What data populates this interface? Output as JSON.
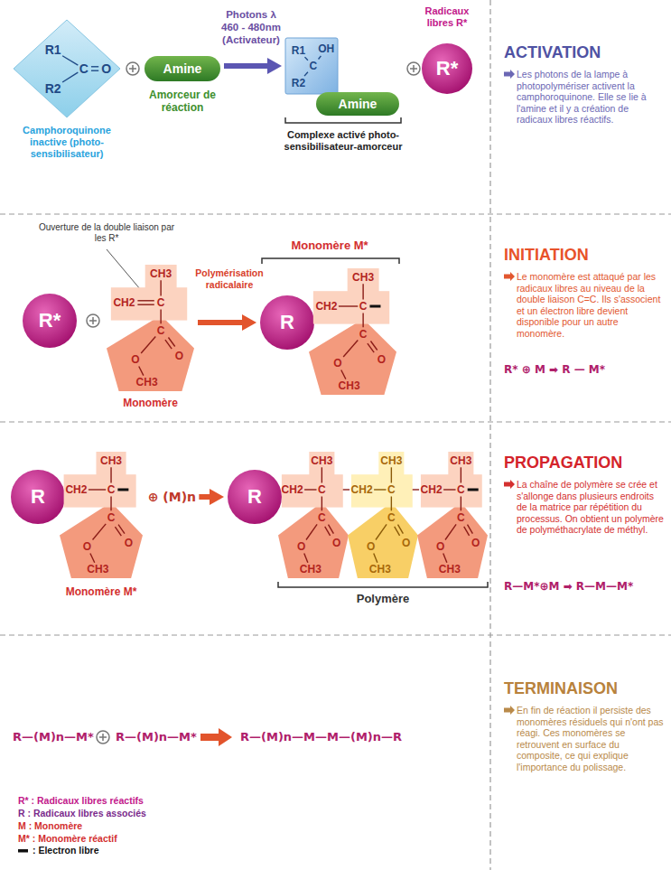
{
  "diagram": {
    "nodes": [
      {
        "text": [
          "R1",
          "C",
          "O",
          "R2",
          "Camphoroquinone inactive (photo-sensibilisateur)"
        ]
      },
      {
        "text": [
          "Amine",
          "Amorceur de réaction"
        ]
      },
      {
        "text": [
          "R1",
          "C",
          "OH",
          "R2"
        ]
      },
      {
        "text": [
          "Amine"
        ]
      },
      {
        "text": [
          "R*",
          "Radicaux libres R*"
        ]
      },
      {
        "text": [
          "R*"
        ]
      },
      {
        "text": [
          "CH3",
          "CH2",
          "C",
          "C",
          "O",
          "O",
          "CH3",
          "Monomère"
        ]
      },
      {
        "text": [
          "R"
        ]
      },
      {
        "text": [
          "CH3",
          "CH2",
          "C",
          "C",
          "O",
          "O",
          "CH3"
        ]
      },
      {
        "text": [
          "R"
        ]
      },
      {
        "text": [
          "CH3",
          "CH2",
          "C",
          "C",
          "O",
          "O",
          "CH3",
          "Monomère M*"
        ]
      },
      {
        "text": [
          "R"
        ]
      },
      {
        "text": [
          "CH3",
          "CH2",
          "C",
          "C",
          "O",
          "O",
          "CH3"
        ]
      },
      {
        "text": [
          "CH3",
          "CH2",
          "C",
          "C",
          "O",
          "O",
          "CH3"
        ]
      },
      {
        "text": [
          "CH3",
          "CH2",
          "C",
          "C",
          "O",
          "O",
          "CH3"
        ]
      }
    ],
    "edges": [
      {
        "from": 1,
        "to": 2,
        "arrow": "to",
        "label": "Photons λ 460 - 480nm (Activateur)"
      },
      {
        "from": 6,
        "to": 7,
        "arrow": "to",
        "label": "Polymérisation radicalaire"
      },
      {
        "from": 10,
        "to": 11,
        "arrow": "to",
        "label": "⊕ (M)n"
      }
    ],
    "labels": [
      "Complexe activé photo-sensibilisateur-amorceur",
      "Ouverture de la double liaison par les R*",
      "Monomère M*",
      "Polymère",
      "ACTIVATION",
      "Les photons de la lampe à photopolymériser activent la camphoroquinone. Elle se lie à l'amine et il y a création de radicaux libres réactifs.",
      "INITIATION",
      "Le monomère est attaqué par les radicaux libres au niveau de la double liaison C=C. Ils s'associent et un électron libre devient disponible pour un autre monomère.",
      "R* ⊕ M ➡ R — M*",
      "PROPAGATION",
      "La chaîne de polymère se crée et s'allonge dans plusieurs endroits de la matrice par répétition du processus. On obtient un polymère de polyméthacrylate de méthyl.",
      "R—M*⊕M ➡ R—M—M*",
      "TERMINAISON",
      "En fin de réaction il persiste des monomères résiduels qui n'ont pas réagi. Ces monomères se retrouvent en surface du composite, ce qui explique l'importance du polissage.",
      "R—(M)n—M*",
      "R—(M)n—M*",
      "R—(M)n—M—M—(M)n—R",
      "R* : Radicaux libres réactifs",
      "R : Radicaux libres associés",
      "M : Monomère",
      "M* : Monomère réactif",
      ": Electron libre"
    ]
  }
}
